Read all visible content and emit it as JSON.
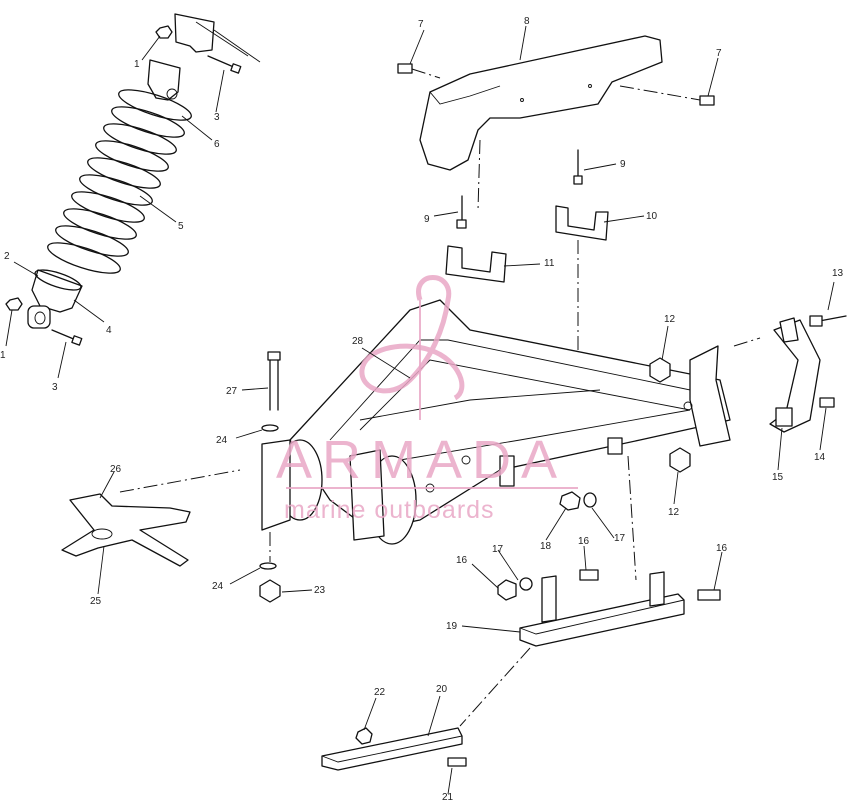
{
  "callouts": [
    {
      "id": "c1a",
      "text": "1"
    },
    {
      "id": "c3a",
      "text": "3"
    },
    {
      "id": "c6",
      "text": "6"
    },
    {
      "id": "c5",
      "text": "5"
    },
    {
      "id": "c2",
      "text": "2"
    },
    {
      "id": "c4",
      "text": "4"
    },
    {
      "id": "c1b",
      "text": "1"
    },
    {
      "id": "c3b",
      "text": "3"
    },
    {
      "id": "c7a",
      "text": "7"
    },
    {
      "id": "c8",
      "text": "8"
    },
    {
      "id": "c7b",
      "text": "7"
    },
    {
      "id": "c9a",
      "text": "9"
    },
    {
      "id": "c9b",
      "text": "9"
    },
    {
      "id": "c10",
      "text": "10"
    },
    {
      "id": "c11",
      "text": "11"
    },
    {
      "id": "c13",
      "text": "13"
    },
    {
      "id": "c12a",
      "text": "12"
    },
    {
      "id": "c28",
      "text": "28"
    },
    {
      "id": "c27",
      "text": "27"
    },
    {
      "id": "c24a",
      "text": "24"
    },
    {
      "id": "c26",
      "text": "26"
    },
    {
      "id": "c15",
      "text": "15"
    },
    {
      "id": "c14",
      "text": "14"
    },
    {
      "id": "c12b",
      "text": "12"
    },
    {
      "id": "c18",
      "text": "18"
    },
    {
      "id": "c17a",
      "text": "17"
    },
    {
      "id": "c16a",
      "text": "16"
    },
    {
      "id": "c17b",
      "text": "17"
    },
    {
      "id": "c16b",
      "text": "16"
    },
    {
      "id": "c16c",
      "text": "16"
    },
    {
      "id": "c25",
      "text": "25"
    },
    {
      "id": "c24b",
      "text": "24"
    },
    {
      "id": "c23",
      "text": "23"
    },
    {
      "id": "c19",
      "text": "19"
    },
    {
      "id": "c22",
      "text": "22"
    },
    {
      "id": "c20",
      "text": "20"
    },
    {
      "id": "c21",
      "text": "21"
    }
  ],
  "watermark": {
    "brand": "ARMADA",
    "tagline": "marine outboards",
    "color": "#e9a7c6"
  }
}
